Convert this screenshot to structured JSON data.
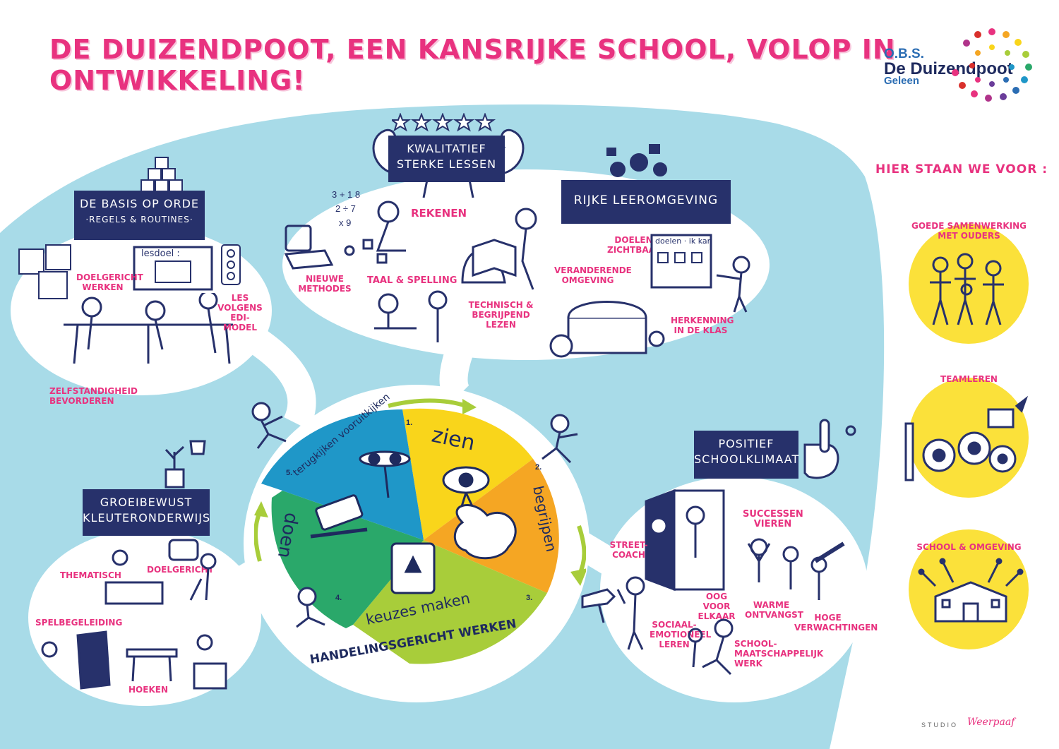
{
  "title": "DE DUIZENDPOOT, EEN KANSRIJKE SCHOOL, VOLOP IN ONTWIKKELING!",
  "logo": {
    "line1": "O.B.S.",
    "line2": "De Duizendpoot",
    "line3": "Geleen"
  },
  "sidebar": {
    "heading": "HIER STAAN WE VOOR :",
    "items": [
      {
        "label": "GOEDE SAMENWERKING MET OUDERS"
      },
      {
        "label": "TEAMLEREN"
      },
      {
        "label": "SCHOOL & OMGEVING"
      }
    ]
  },
  "sections": {
    "basis": {
      "banner": "DE BASIS OP ORDE",
      "banner_sub": "·REGELS & ROUTINES·",
      "board_text": "lesdoel :",
      "labels": [
        "DOELGERICHT WERKEN",
        "LES VOLGENS EDI-MODEL",
        "ZELFSTANDIGHEID BEVORDEREN"
      ]
    },
    "kwalitatief": {
      "banner": "KWALITATIEF STERKE LESSEN",
      "labels": [
        "REKENEN",
        "NIEUWE METHODES",
        "TAAL & SPELLING",
        "TECHNISCH & BEGRIJPEND LEZEN"
      ]
    },
    "rijk": {
      "banner": "RIJKE LEEROMGEVING",
      "board_text": "doelen · ik kan",
      "labels": [
        "DOELEN ZICHTBAAR",
        "VERANDERENDE OMGEVING",
        "HERKENNING IN DE KLAS"
      ]
    },
    "groei": {
      "banner": "GROEIBEWUST KLEUTERONDERWIJS",
      "labels": [
        "THEMATISCH",
        "DOELGERICHT",
        "SPELBEGELEIDING",
        "HOEKEN"
      ]
    },
    "positief": {
      "banner": "POSITIEF SCHOOLKLIMAAT",
      "labels": [
        "STREET-COACH",
        "SUCCESSEN VIEREN",
        "OOG VOOR ELKAAR",
        "WARME ONTVANGST",
        "HOGE VERWACHTINGEN",
        "SOCIAAL-EMOTIONEEL LEREN",
        "SCHOOL-MAATSCHAPPELIJK WERK"
      ]
    }
  },
  "wheel": {
    "caption": "HANDELINGSGERICHT WERKEN",
    "segments": [
      {
        "num": "1.",
        "label": "zien",
        "color": "#f9d51b"
      },
      {
        "num": "2.",
        "label": "begrijpen",
        "color": "#f5a623"
      },
      {
        "num": "3.",
        "label": "keuzes maken",
        "color": "#a8cd3a"
      },
      {
        "num": "4.",
        "label": "doen",
        "color": "#2aa86a"
      },
      {
        "num": "5.",
        "label": "terugkijken vooruitkijken",
        "color": "#1f97c8"
      }
    ]
  },
  "credit": {
    "studio": "STUDIO",
    "name": "Weerpaaf"
  },
  "colors": {
    "pink": "#e8327f",
    "navy": "#27316b",
    "lightblue": "#a8dbe8",
    "yellow": "#fbe13a"
  }
}
